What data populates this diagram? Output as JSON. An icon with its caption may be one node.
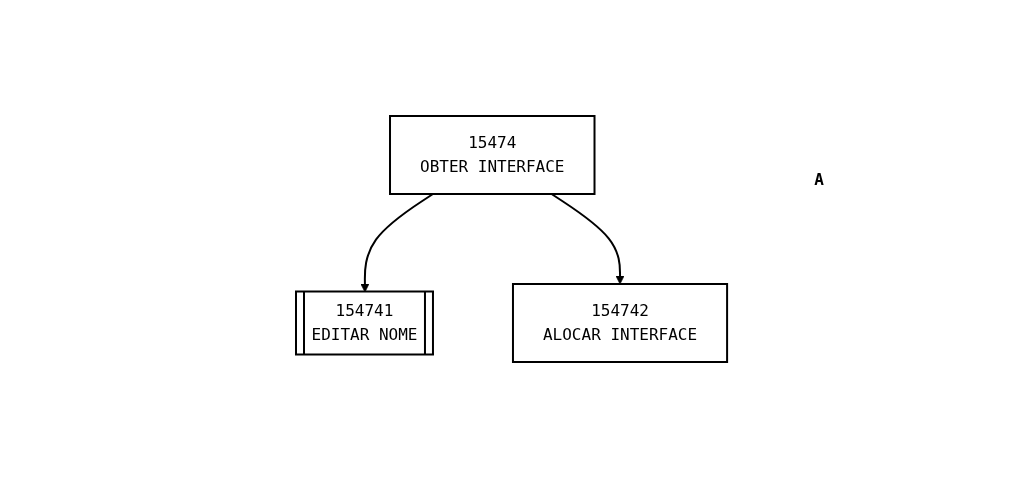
{
  "diagram": {
    "nodes": [
      {
        "text": [
          "15474",
          "OBTER INTERFACE"
        ]
      },
      {
        "text": [
          "154741",
          "EDITAR NOME"
        ]
      },
      {
        "text": [
          "154742",
          "ALOCAR INTERFACE"
        ]
      }
    ],
    "edges": [
      {
        "from": 0,
        "to": 1,
        "arrow": "to"
      },
      {
        "from": 0,
        "to": 2,
        "arrow": "to"
      }
    ],
    "labels": [
      "A"
    ]
  }
}
